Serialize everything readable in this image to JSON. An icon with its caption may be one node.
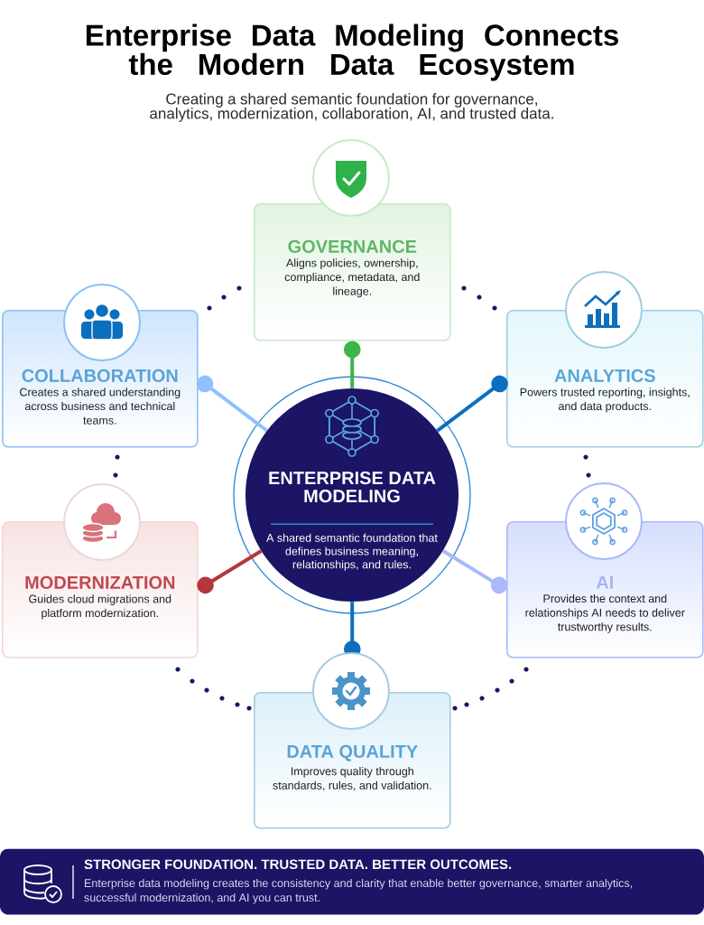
{
  "diagram": {
    "title": "Enterprise Data Modeling Connects the Modern Data Ecosystem",
    "nodes": [
      {
        "text": [
          "GOVERNANCE",
          "Aligns policies, ownership, compliance, metadata, and lineage."
        ]
      },
      {
        "text": [
          "COLLABORATION",
          "Creates a shared understanding across business and technical teams."
        ]
      },
      {
        "text": [
          "ANALYTICS",
          "Powers trusted reporting, insights, and data products."
        ]
      },
      {
        "text": [
          "ENTERPRISE DATA MODELING",
          "A shared semantic foundation that defines business meaning, relationships, and rules."
        ]
      },
      {
        "text": [
          "MODERNIZATION",
          "Guides cloud migrations and platform modernization."
        ]
      },
      {
        "text": [
          "AI",
          "Provides the context and relationships AI needs to deliver trustworthy results."
        ]
      },
      {
        "text": [
          "DATA QUALITY",
          "Improves quality through standards, rules, and validation."
        ]
      },
      {
        "text": [
          "STRONGER FOUNDATION. TRUSTED DATA. BETTER OUTCOMES.",
          "Enterprise data modeling creates the consistency and clarity that enable better governance, smarter analytics, successful modernization, and AI you can trust."
        ]
      }
    ],
    "edges": [
      {
        "from": 3,
        "to": 0,
        "arrow": "other",
        "color": "#3cb54a"
      },
      {
        "from": 3,
        "to": 1,
        "arrow": "other",
        "color": "#8fc0ff"
      },
      {
        "from": 3,
        "to": 2,
        "arrow": "other",
        "color": "#0b6fc0"
      },
      {
        "from": 3,
        "to": 4,
        "arrow": "other",
        "color": "#b5363c"
      },
      {
        "from": 3,
        "to": 5,
        "arrow": "other",
        "color": "#a9b9fb"
      },
      {
        "from": 3,
        "to": 6,
        "arrow": "other",
        "color": "#0b6fc0"
      }
    ],
    "labels": [
      "Creating a shared semantic foundation for governance, analytics, modernization, collaboration, AI, and trusted data."
    ]
  }
}
